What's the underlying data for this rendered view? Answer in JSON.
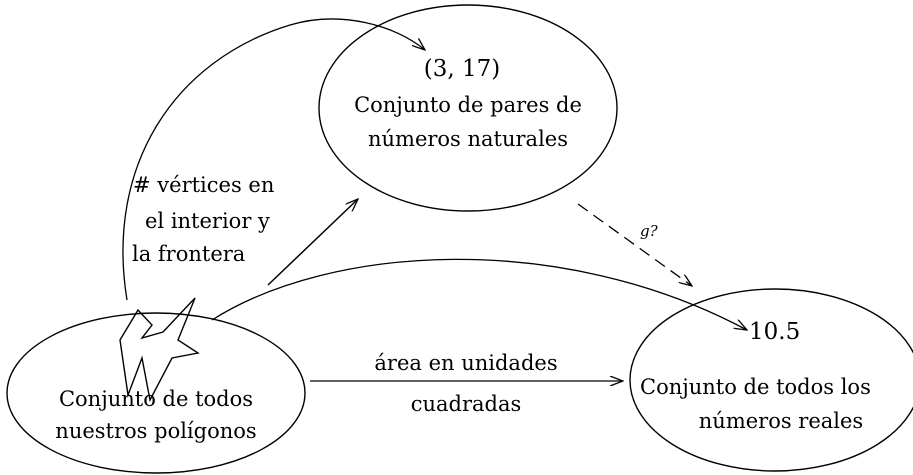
{
  "nodes": {
    "pairs": {
      "element": "(3, 17)",
      "line1": "Conjunto de pares de",
      "line2": "números naturales"
    },
    "polygons": {
      "line1": "Conjunto de todos",
      "line2": "nuestros polígonos"
    },
    "reals": {
      "element": "10.5",
      "line1": "Conjunto de todos los",
      "line2": "números reales"
    }
  },
  "edges": {
    "vertices": {
      "line1": "# vértices en",
      "line2": "el interior y",
      "line3": "la frontera"
    },
    "area": {
      "line1": "área en unidades",
      "line2": "cuadradas"
    },
    "g": {
      "label": "g?"
    }
  }
}
